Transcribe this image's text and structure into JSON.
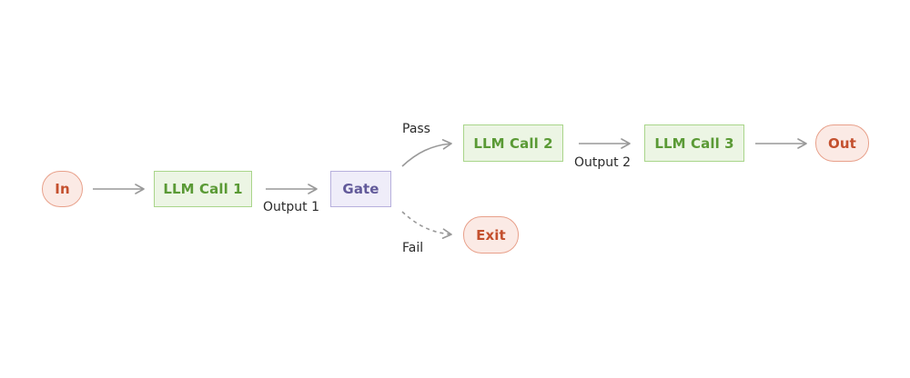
{
  "diagram": {
    "nodes": {
      "in": "In",
      "llm_call_1": "LLM Call 1",
      "gate": "Gate",
      "llm_call_2": "LLM Call 2",
      "llm_call_3": "LLM Call 3",
      "out": "Out",
      "exit": "Exit"
    },
    "edge_labels": {
      "output_1": "Output 1",
      "pass": "Pass",
      "output_2": "Output 2",
      "fail": "Fail"
    },
    "colors": {
      "terminal_fill": "#fbeae5",
      "terminal_stroke": "#e8a08a",
      "terminal_text": "#c4502e",
      "llm_fill": "#ecf5e4",
      "llm_stroke": "#a9d58a",
      "llm_text": "#5a9a35",
      "gate_fill": "#efedf9",
      "gate_stroke": "#b7b0dd",
      "gate_text": "#625a9a",
      "arrow": "#999999"
    }
  }
}
